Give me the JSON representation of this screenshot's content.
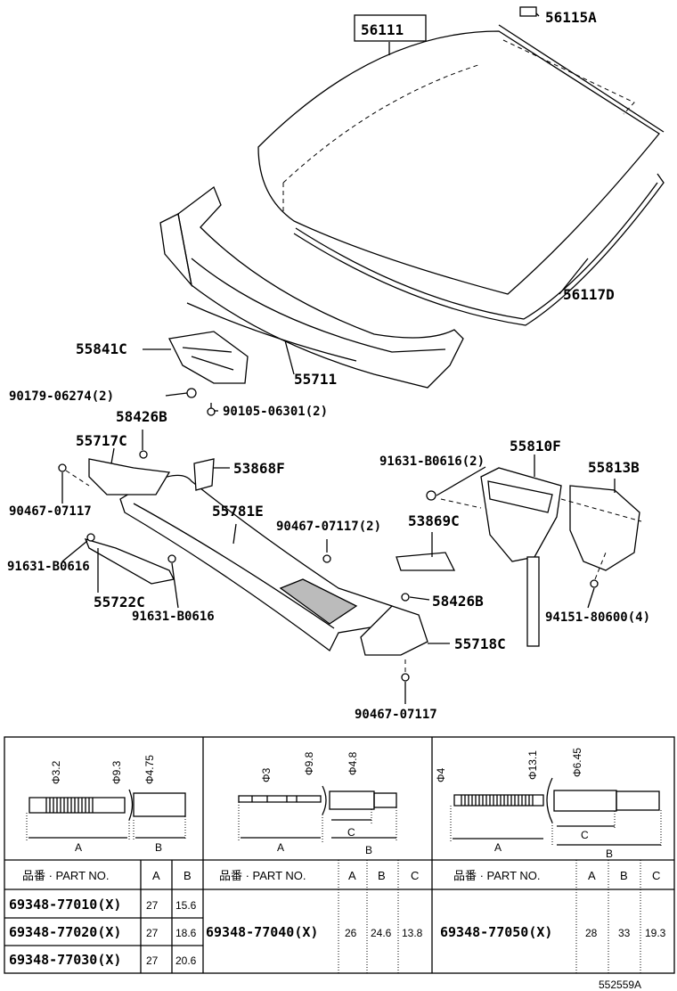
{
  "diagram": {
    "callouts": {
      "windshield": "56111",
      "windshield_clip": "56115A",
      "windshield_molding": "56117D",
      "cowl_bracket_left": "55841C",
      "cowl_panel": "55711",
      "nut_bolt_1": "90179-06274(2)",
      "clip_upper": "58426B",
      "bolt_1": "90105-06301(2)",
      "cowl_side_left": "55717C",
      "seal_right": "53868F",
      "rivet_pair": "91631-B0616(2)",
      "duct_housing": "55810F",
      "duct_bracket": "55813B",
      "clip_left": "90467-07117",
      "cowl_louver": "55781E",
      "clip_pair": "90467-07117(2)",
      "seal_center": "53869C",
      "rivet_left": "91631-B0616",
      "clip_lower": "58426B",
      "cowl_brace": "55722C",
      "rivet_lower": "91631-B0616",
      "rivet_four": "94151-80600(4)",
      "cowl_side_right": "55718C",
      "clip_bottom": "90467-07117"
    },
    "drawing_id": "552559A"
  },
  "rivet_table": {
    "header_part": "品番 · PART NO.",
    "col_a": "A",
    "col_b": "B",
    "col_c": "C",
    "group1": {
      "dims": [
        "Φ3.2",
        "Φ9.3",
        "Φ4.75"
      ],
      "rows": [
        {
          "part": "69348-77010(X)",
          "a": "27",
          "b": "15.6"
        },
        {
          "part": "69348-77020(X)",
          "a": "27",
          "b": "18.6"
        },
        {
          "part": "69348-77030(X)",
          "a": "27",
          "b": "20.6"
        }
      ]
    },
    "group2": {
      "dims": [
        "Φ3",
        "Φ9.8",
        "Φ4.8"
      ],
      "row": {
        "part": "69348-77040(X)",
        "a": "26",
        "b": "24.6",
        "c": "13.8"
      }
    },
    "group3": {
      "dims": [
        "Φ4",
        "Φ13.1",
        "Φ6.45"
      ],
      "row": {
        "part": "69348-77050(X)",
        "a": "28",
        "b": "33",
        "c": "19.3"
      }
    }
  }
}
